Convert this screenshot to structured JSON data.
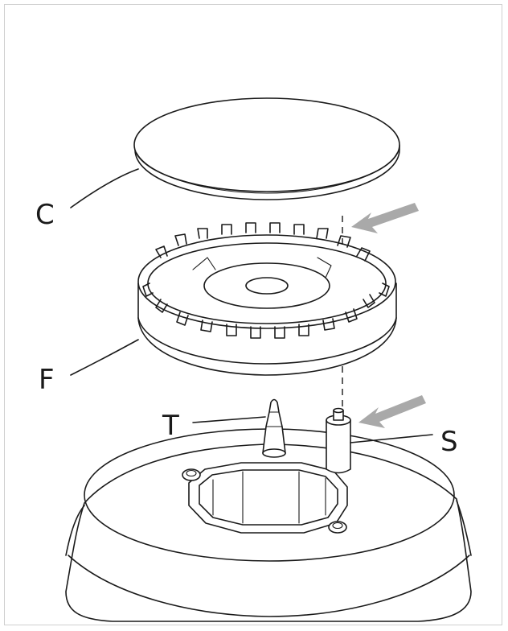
{
  "labels": {
    "cap": "C",
    "flame_spreader": "F",
    "thermocouple": "T",
    "spark_plug": "S"
  },
  "colors": {
    "line": "#1a1a1a",
    "arrow": "#a9a9a9",
    "frame": "#cfcfcf",
    "background": "#ffffff"
  },
  "icons": {
    "arrow_upper": "arrow-left-icon",
    "arrow_lower": "arrow-left-icon"
  }
}
